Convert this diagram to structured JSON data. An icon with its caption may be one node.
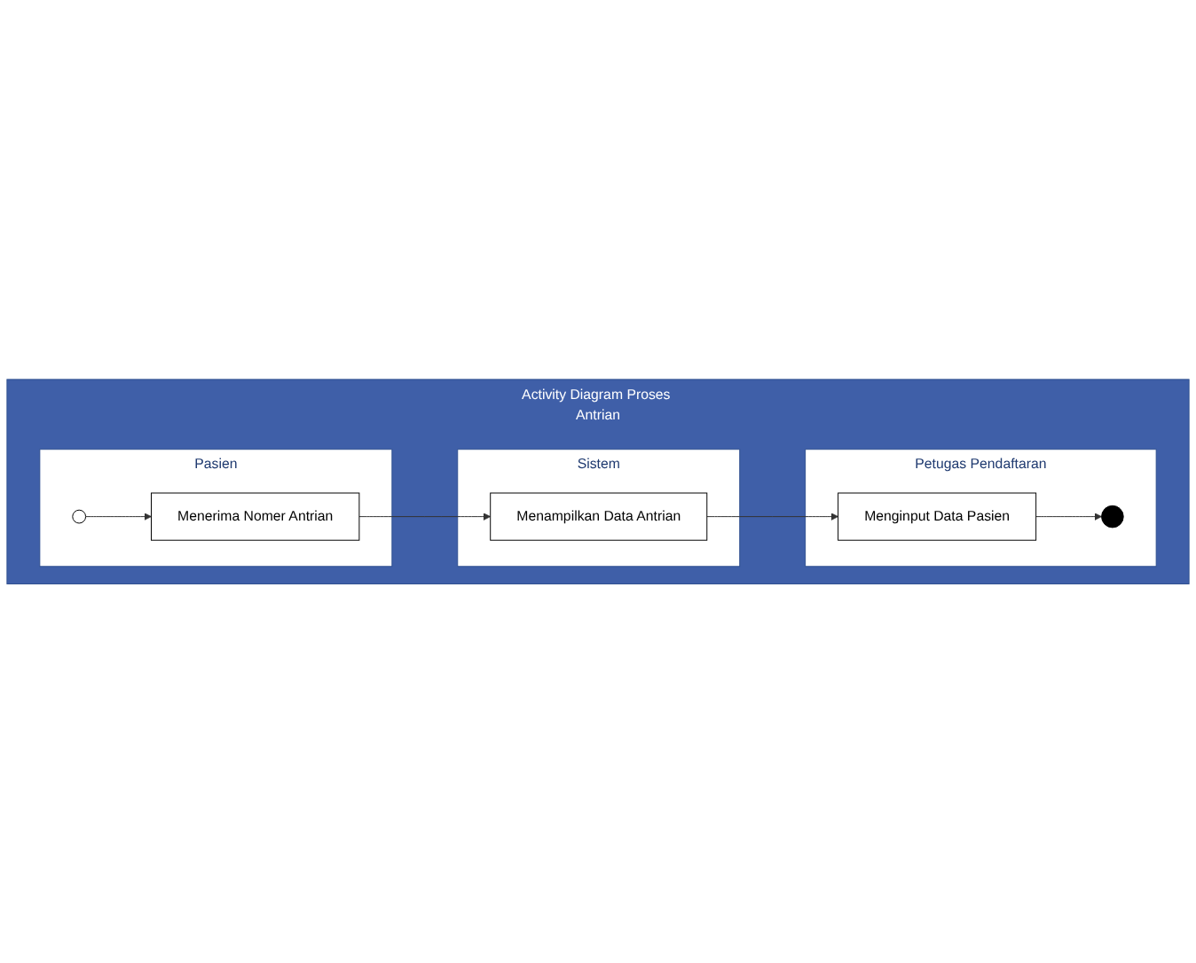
{
  "diagram": {
    "nodes": [
      {
        "text": [
          "Activity Diagram Proses Antrian"
        ]
      },
      {
        "text": [
          "Pasien"
        ],
        "in": 0
      },
      {
        "text": [
          "Sistem"
        ],
        "in": 0
      },
      {
        "text": [
          "Petugas Pendaftaran"
        ],
        "in": 0
      },
      {
        "text": [],
        "shape": "circle",
        "in": 1
      },
      {
        "text": [
          "Menerima Nomer Antrian"
        ],
        "in": 1
      },
      {
        "text": [
          "Menampilkan Data Antrian"
        ],
        "in": 2
      },
      {
        "text": [
          "Menginput Data Pasien"
        ],
        "in": 3
      },
      {
        "text": [],
        "shape": "circle",
        "in": 3
      }
    ],
    "edges": [
      {
        "from": 4,
        "to": 5,
        "arrow": "to"
      },
      {
        "from": 5,
        "to": 6,
        "arrow": "to"
      },
      {
        "from": 6,
        "to": 7,
        "arrow": "to"
      },
      {
        "from": 7,
        "to": 8,
        "arrow": "to"
      }
    ]
  }
}
